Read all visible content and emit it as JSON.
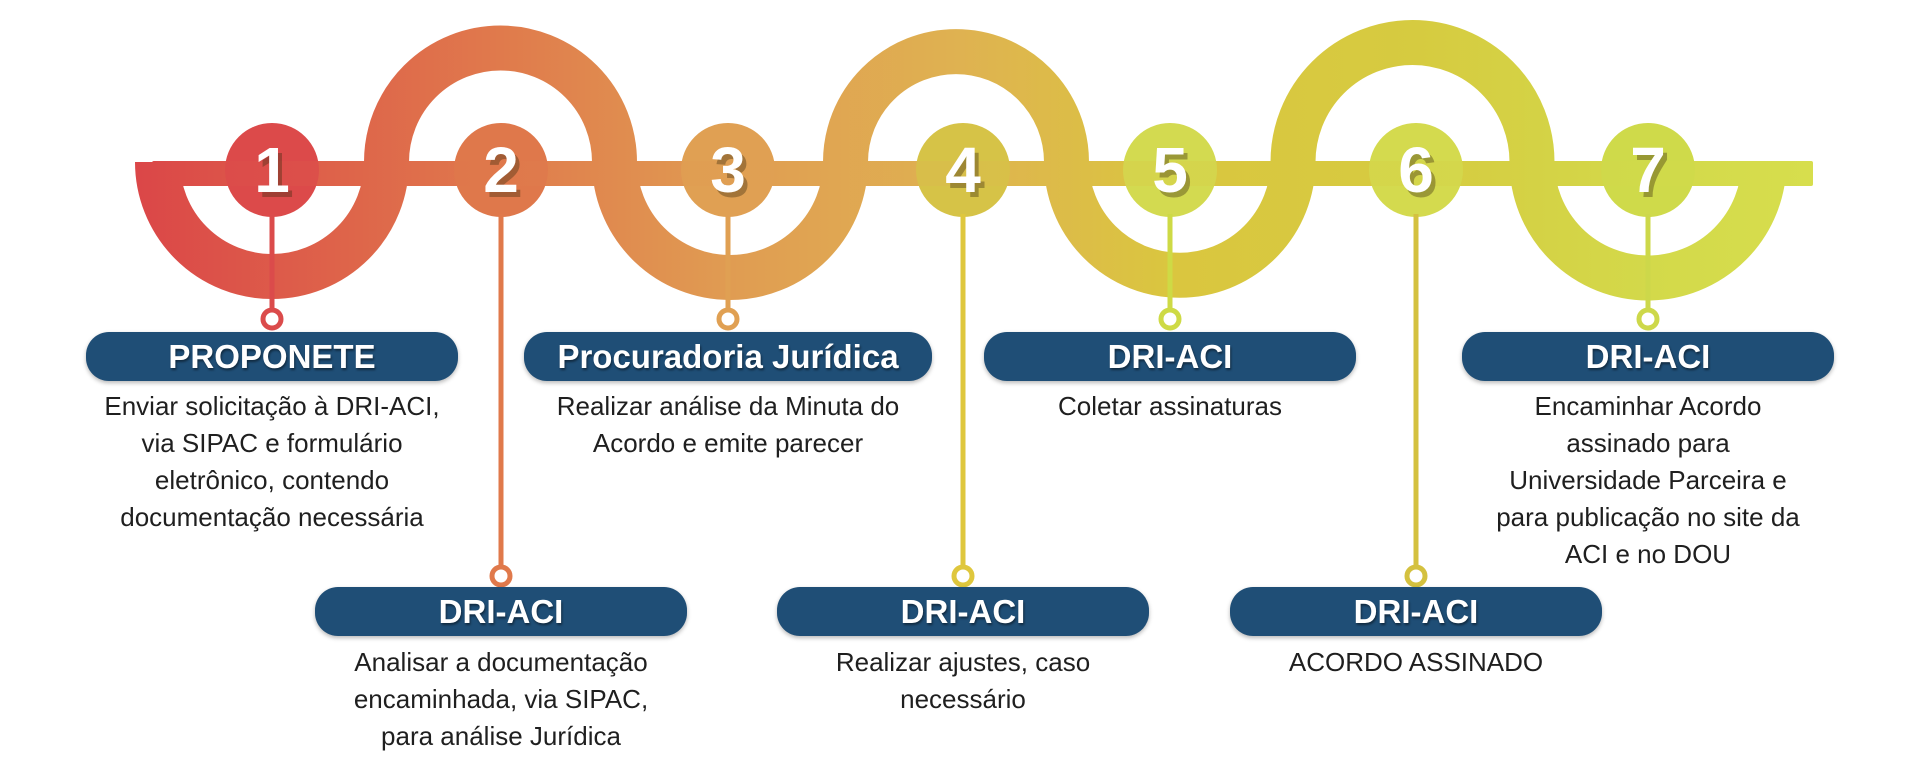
{
  "palette": {
    "background": "#ffffff",
    "box_bg": "#1F4E76",
    "box_text": "#FFFFFF",
    "desc_text": "#1F1F1F",
    "wave_gradient": [
      "#DB4748",
      "#E07A4C",
      "#E09C52",
      "#DFB251",
      "#DAC63F",
      "#D6CB40",
      "#D3D94A",
      "#D7DE4D"
    ]
  },
  "steps": [
    {
      "number": "1",
      "circle_color": "#DC4A4A",
      "connector_color": "#DB4B4B",
      "title": "PROPONETE",
      "description": "Enviar solicitação à DRI-ACI,\nvia SIPAC e formulário\neletrônico, contendo\ndocumentação necessária"
    },
    {
      "number": "2",
      "circle_color": "#DF784B",
      "connector_color": "#E0794B",
      "title": "DRI-ACI",
      "description": "Analisar a documentação\nencaminhada, via SIPAC,\npara análise Jurídica"
    },
    {
      "number": "3",
      "circle_color": "#E0A053",
      "connector_color": "#E0A053",
      "title": "Procuradoria Jurídica",
      "description": "Realizar análise da Minuta do\nAcordo e emite parecer"
    },
    {
      "number": "4",
      "circle_color": "#D6C347",
      "connector_color": "#DFC73D",
      "title": "DRI-ACI",
      "description": "Realizar ajustes, caso\nnecessário"
    },
    {
      "number": "5",
      "circle_color": "#D3DA50",
      "connector_color": "#CEDA45",
      "title": "DRI-ACI",
      "description": "Coletar assinaturas"
    },
    {
      "number": "6",
      "circle_color": "#D4DA4E",
      "connector_color": "#D4C13F",
      "title": "DRI-ACI",
      "description": "ACORDO ASSINADO"
    },
    {
      "number": "7",
      "circle_color": "#CFDA4A",
      "connector_color": "#CDD84A",
      "title": "DRI-ACI",
      "description": "Encaminhar Acordo\nassinado para\nUniversidade Parceira e\npara publicação no site da\nACI e no DOU"
    }
  ]
}
